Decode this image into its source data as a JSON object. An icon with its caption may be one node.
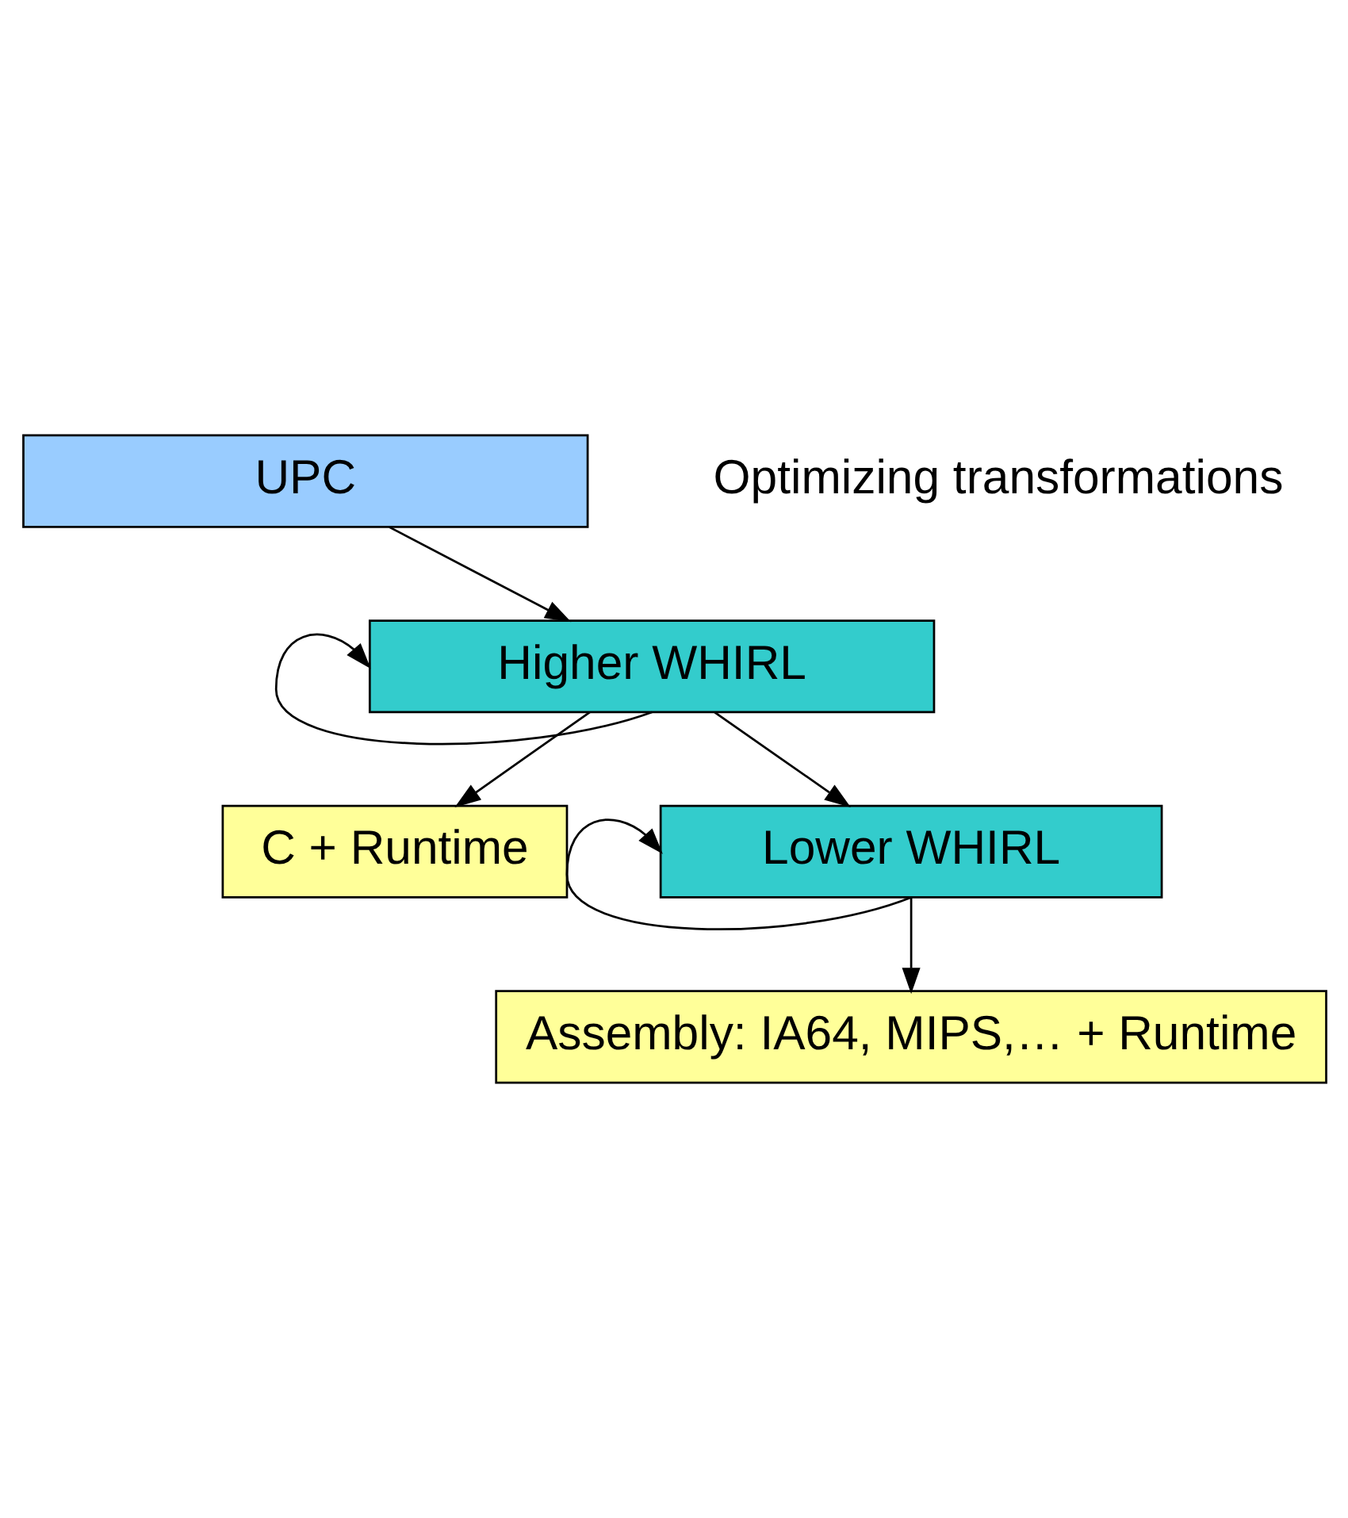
{
  "diagram": {
    "nodes": [
      {
        "text": [
          "UPC"
        ]
      },
      {
        "text": [
          "Higher WHIRL"
        ]
      },
      {
        "text": [
          "C + Runtime"
        ]
      },
      {
        "text": [
          "Lower WHIRL"
        ]
      },
      {
        "text": [
          "Assembly: IA64, MIPS,… + Runtime"
        ]
      }
    ],
    "edges": [
      {
        "from": 0,
        "to": 1,
        "arrow": "to"
      },
      {
        "from": 1,
        "to": 1,
        "arrow": "to"
      },
      {
        "from": 1,
        "to": 2,
        "arrow": "to"
      },
      {
        "from": 1,
        "to": 3,
        "arrow": "to"
      },
      {
        "from": 3,
        "to": 3,
        "arrow": "to"
      },
      {
        "from": 3,
        "to": 4,
        "arrow": "to"
      }
    ],
    "labels": [
      "Optimizing transformations"
    ]
  }
}
